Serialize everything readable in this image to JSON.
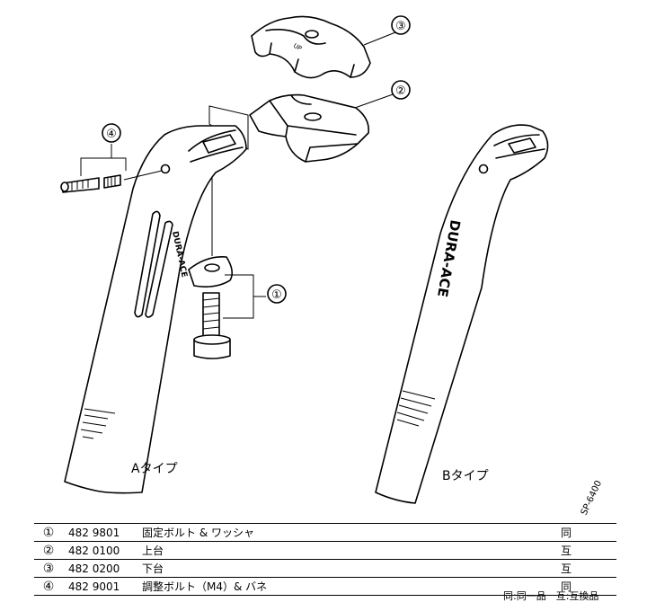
{
  "diagram": {
    "callouts": [
      "①",
      "②",
      "③",
      "④"
    ],
    "type_a_label": "Aタイプ",
    "type_b_label": "Bタイプ",
    "model_code": "SP-6400",
    "post_text_a": "DURA-ACE",
    "post_text_b": "DURA-ACE",
    "cap_text": "UP"
  },
  "parts": [
    {
      "no": "①",
      "code": "482 9801",
      "name": "固定ボルト & ワッシャ",
      "interchange": "同"
    },
    {
      "no": "②",
      "code": "482 0100",
      "name": "上台",
      "interchange": "互"
    },
    {
      "no": "③",
      "code": "482 0200",
      "name": "下台",
      "interchange": "互"
    },
    {
      "no": "④",
      "code": "482 9001",
      "name": "調整ボルト（M4）& バネ",
      "interchange": "同"
    }
  ],
  "legend": "同:同一品　互:互換品"
}
